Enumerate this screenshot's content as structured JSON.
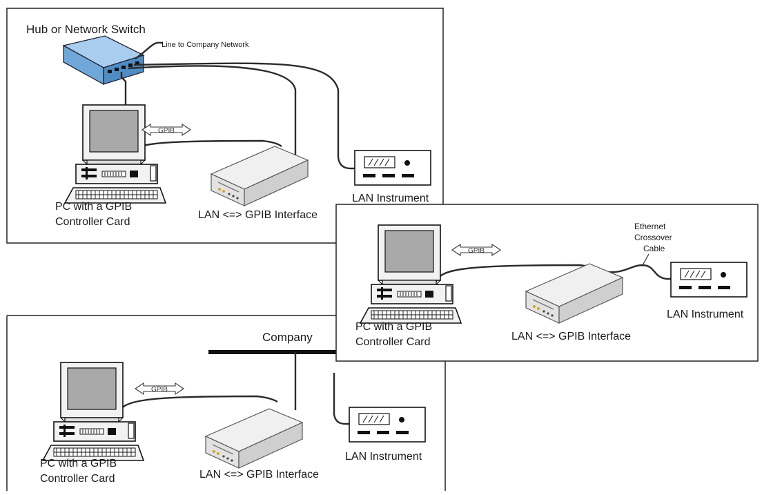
{
  "panel_hub": {
    "title": "Hub or Network Switch",
    "line_label": "Line to Company Network",
    "gpib_label": "GPIB",
    "pc_label_line1": "PC with a GPIB",
    "pc_label_line2": "Controller Card",
    "interface_label": "LAN <=> GPIB Interface",
    "instrument_label": "LAN Instrument"
  },
  "panel_company": {
    "network_label": "Company",
    "gpib_label": "GPIB",
    "pc_label_line1": "PC with a GPIB",
    "pc_label_line2": "Controller Card",
    "interface_label": "LAN <=> GPIB Interface",
    "instrument_label": "LAN Instrument"
  },
  "panel_crossover": {
    "cable_label_line1": "Ethernet",
    "cable_label_line2": "Crossover",
    "cable_label_line3": "Cable",
    "gpib_label": "GPIB",
    "pc_label_line1": "PC with a GPIB",
    "pc_label_line2": "Controller Card",
    "interface_label": "LAN <=> GPIB Interface",
    "instrument_label": "LAN Instrument"
  },
  "colors": {
    "switch": "#6fa8d8",
    "cable": "#2a2a2a",
    "device_body": "#e6e6e6",
    "screen": "#a9a9a9"
  },
  "icons": [
    "network-switch-icon",
    "desktop-computer-icon",
    "lan-gpib-interface-icon",
    "lan-instrument-icon",
    "gpib-arrow-icon"
  ]
}
